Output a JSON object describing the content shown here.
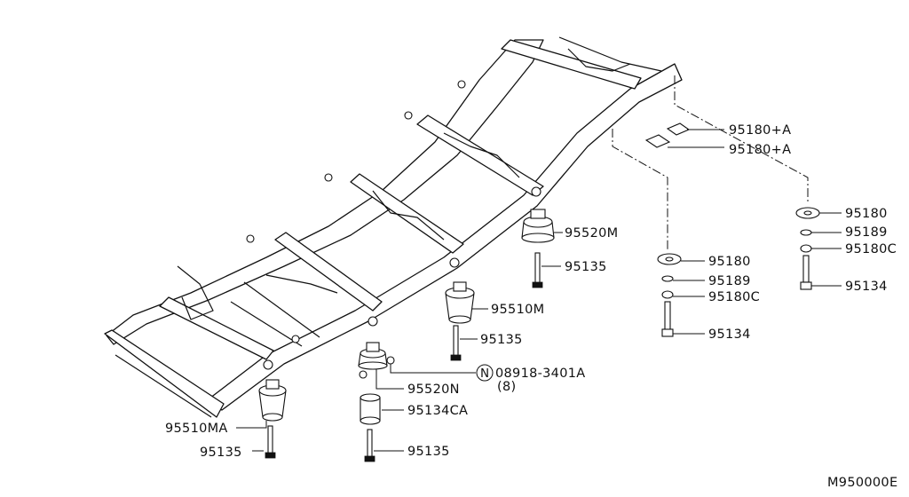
{
  "diagram": {
    "code": "M950000E",
    "labels": {
      "p95180A_1": "95180+A",
      "p95180A_2": "95180+A",
      "p95180_right": "95180",
      "p95189_right": "95189",
      "p95180C_right": "95180C",
      "p95134_right": "95134",
      "p95180_mid": "95180",
      "p95189_mid": "95189",
      "p95180C_mid": "95180C",
      "p95134_mid": "95134",
      "p95520M": "95520M",
      "p95135_a": "95135",
      "p95510M": "95510M",
      "p95135_b": "95135",
      "p08918_pre": "N",
      "p08918": "08918-3401A",
      "p08918_qty": "(8)",
      "p95520N": "95520N",
      "p95134CA": "95134CA",
      "p95135_c": "95135",
      "p95510MA": "95510MA",
      "p95135_d": "95135"
    }
  }
}
